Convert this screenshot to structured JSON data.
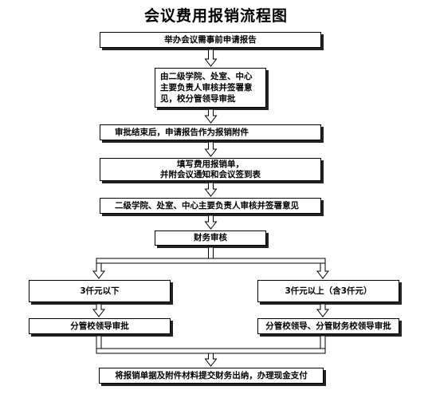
{
  "title": "会议费用报销流程图",
  "steps": {
    "s1": "举办会议需事前申请报告",
    "s2": [
      "由二级学院、处室、中心",
      "主要负责人审核并签署意",
      "见，校分管领导审批"
    ],
    "s3": "审批结束后，申请报告作为报销附件",
    "s4": [
      "填写费用报销单，",
      "并附会议通知和会议签到表"
    ],
    "s5": "二级学院、处室、中心主要负责人审核并签署意见",
    "s6": "财务审核",
    "branch_left": "3仟元以下",
    "branch_right": "3仟元以上（含3仟元）",
    "approve_left": "分管校领导审批",
    "approve_right": "分管校领导、分管财务校领导审批",
    "final": "将报销单据及附件材料提交财务出纳，办理现金支付"
  }
}
